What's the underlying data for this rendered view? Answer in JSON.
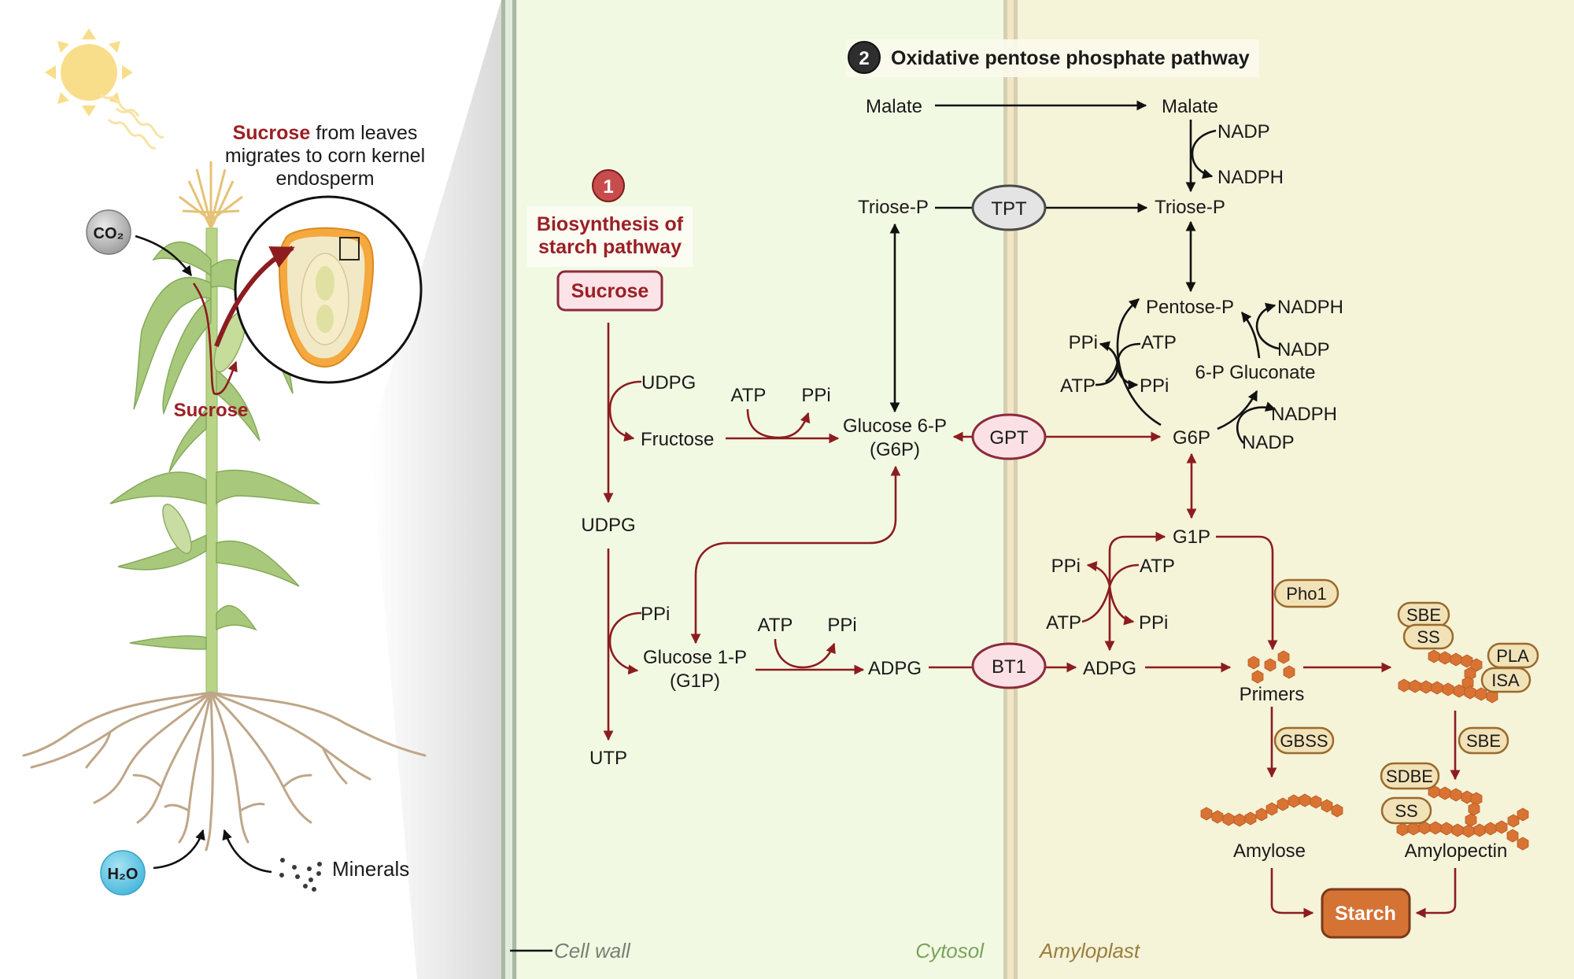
{
  "left_panel": {
    "sun_icon": "sun-icon",
    "co2_label": "CO₂",
    "h2o_label": "H₂O",
    "minerals_label": "Minerals",
    "sucrose_stem_label": "Sucrose",
    "callout": {
      "highlight": "Sucrose",
      "line1_rest": " from leaves",
      "line2": "migrates to corn kernel",
      "line3": "endosperm"
    }
  },
  "regions": {
    "cell_wall": "Cell wall",
    "cytosol": "Cytosol",
    "amyloplast": "Amyloplast"
  },
  "pathway1": {
    "badge": "1",
    "title_line1": "Biosynthesis of",
    "title_line2": "starch pathway",
    "sucrose_box": "Sucrose",
    "udpg_in": "UDPG",
    "fructose": "Fructose",
    "atp1": "ATP",
    "ppi1": "PPi",
    "glucose6p_line1": "Glucose 6-P",
    "glucose6p_line2": "(G6P)",
    "udpg": "UDPG",
    "ppi_in": "PPi",
    "glucose1p_line1": "Glucose 1-P",
    "glucose1p_line2": "(G1P)",
    "atp2": "ATP",
    "ppi2": "PPi",
    "adpg_cyto": "ADPG",
    "utp": "UTP"
  },
  "transporters": {
    "tpt": "TPT",
    "gpt": "GPT",
    "bt1": "BT1"
  },
  "pathway2": {
    "badge": "2",
    "title": "Oxidative pentose phosphate pathway",
    "malate_cyto": "Malate",
    "malate_amylo": "Malate",
    "nadp_top": "NADP",
    "nadph_top": "NADPH",
    "triose_cyto": "Triose-P",
    "triose_amylo": "Triose-P",
    "pentose_p": "Pentose-P",
    "nadph_pentose": "NADPH",
    "nadp_pentose": "NADP",
    "gluconate": "6-P Gluconate",
    "ppi_a": "PPi",
    "atp_a": "ATP",
    "atp_b": "ATP",
    "ppi_b": "PPi",
    "g6p": "G6P",
    "nadph_g6p": "NADPH",
    "nadp_g6p": "NADP"
  },
  "amyloplast_pathway": {
    "g1p": "G1P",
    "ppi_c": "PPi",
    "atp_c": "ATP",
    "atp_d": "ATP",
    "ppi_d": "PPi",
    "adpg": "ADPG",
    "primers": "Primers",
    "amylose": "Amylose",
    "amylopectin": "Amylopectin",
    "starch": "Starch",
    "enzymes": {
      "pho1": "Pho1",
      "gbss": "GBSS",
      "sbe_top": "SBE",
      "ss_top": "SS",
      "pla": "PLA",
      "isa": "ISA",
      "sbe_mid": "SBE",
      "sdbe": "SDBE",
      "ss_bottom": "SS"
    }
  },
  "colors": {
    "pathway_red": "#8c1c1f",
    "cytosol_bg": "#f2f9e3",
    "amyloplast_bg": "#f5f3d8",
    "starch_orange": "#d57335",
    "glucose_unit": "#d87333",
    "enzyme_fill": "#f2e2b8",
    "enzyme_border": "#9a6a2c",
    "transporter_pink": "#fbe1e6",
    "transporter_grey": "#e4e4e4"
  }
}
